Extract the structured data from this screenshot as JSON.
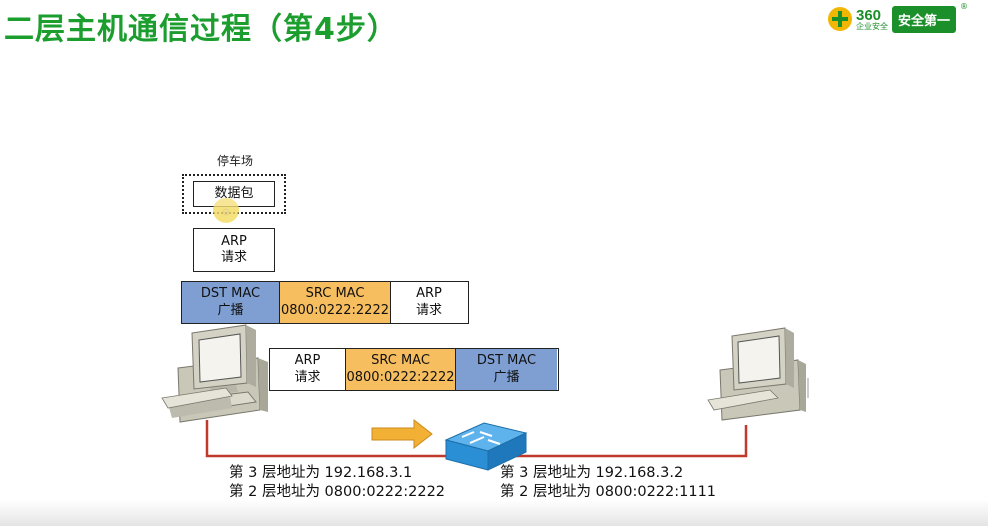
{
  "title": "二层主机通信过程（第4步）",
  "logo": {
    "number": "360",
    "sub": "企业安全",
    "badge": "安全第一",
    "reg": "®"
  },
  "parking_label": "停车场",
  "data_packet": "数据包",
  "arp_request": {
    "line1": "ARP",
    "line2": "请求"
  },
  "frame_top": [
    {
      "line1": "DST MAC",
      "line2": "广播",
      "color": "#7f9fd3"
    },
    {
      "line1": "SRC MAC",
      "line2": "0800:0222:2222",
      "color": "#f7be60"
    },
    {
      "line1": "ARP",
      "line2": "请求",
      "color": "#ffffff"
    }
  ],
  "frame_wire": [
    {
      "line1": "ARP",
      "line2": "请求",
      "color": "#ffffff"
    },
    {
      "line1": "SRC MAC",
      "line2": "0800:0222:2222",
      "color": "#f7be60"
    },
    {
      "line1": "DST MAC",
      "line2": "广播",
      "color": "#7f9fd3"
    }
  ],
  "host_left": {
    "l3": "第 3 层地址为 192.168.3.1",
    "l2": "第 2 层地址为 0800:0222:2222"
  },
  "host_right": {
    "l3": "第 3 层地址为 192.168.3.2",
    "l2": "第 2 层地址为 0800:0222:1111"
  },
  "colors": {
    "title": "#1c9e2f",
    "wire": "#c0392b",
    "arrow": "#f2b134",
    "switch": "#2b8fd6"
  }
}
